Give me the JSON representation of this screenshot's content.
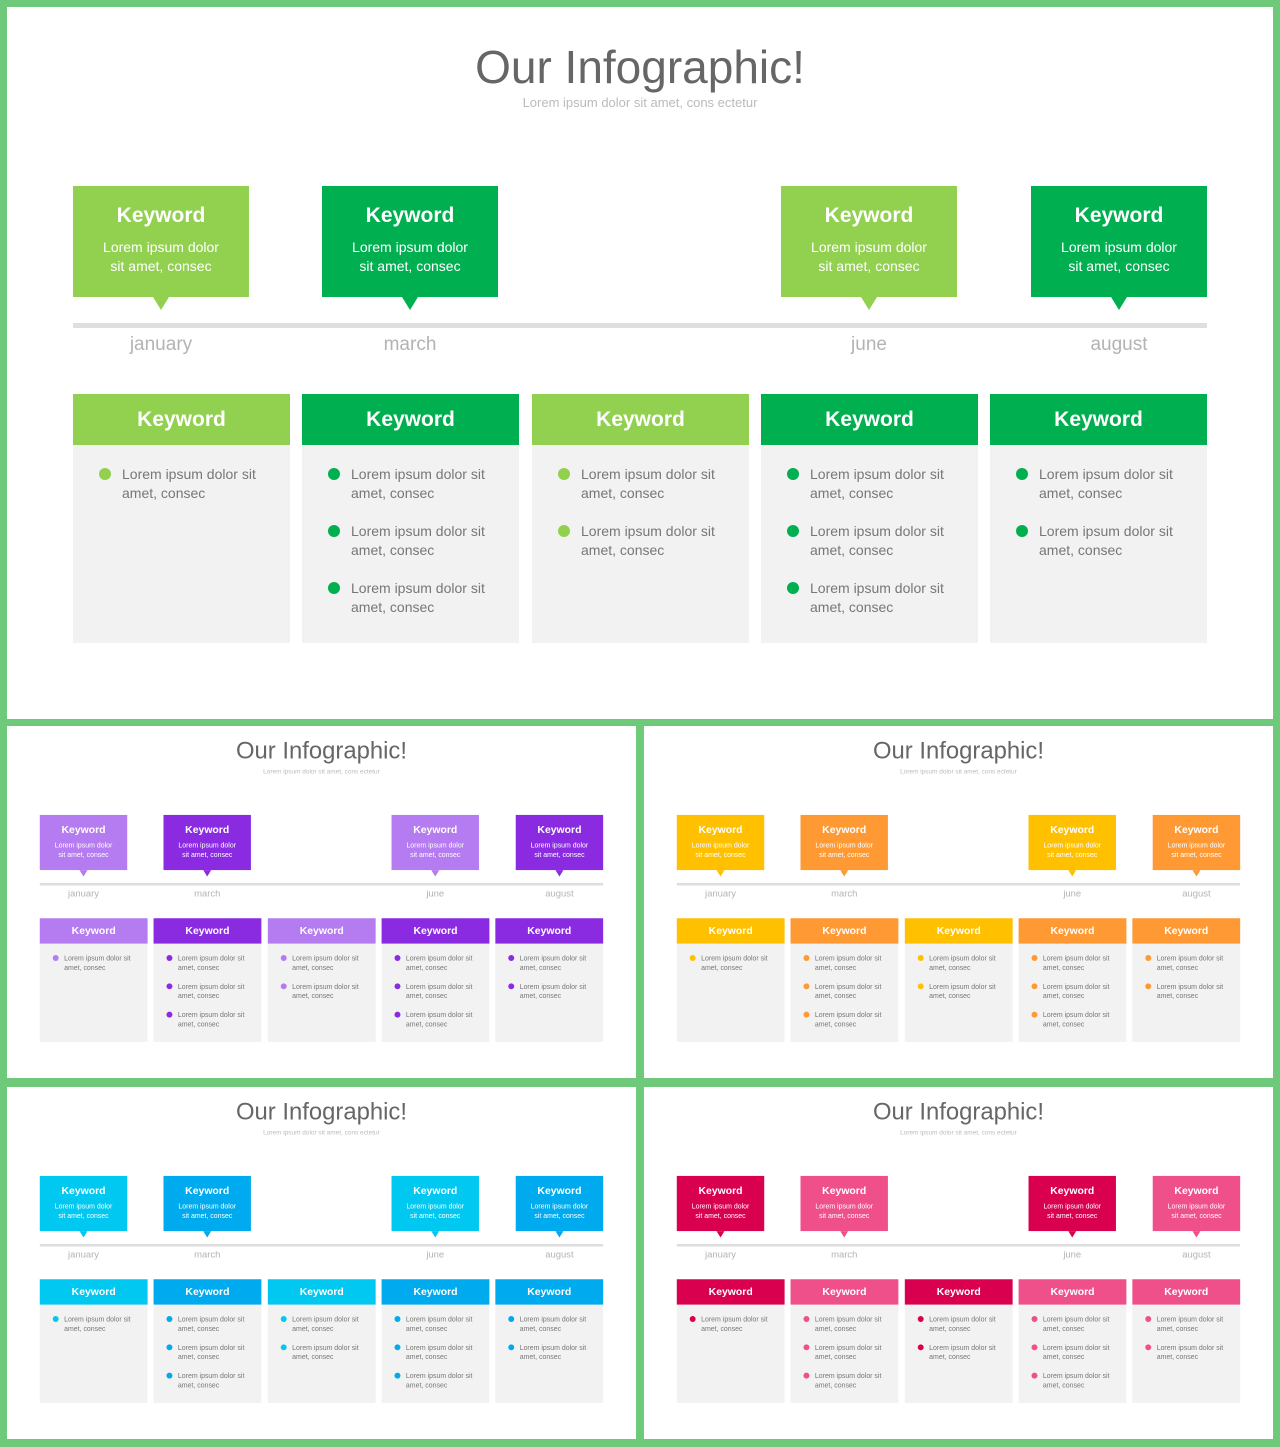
{
  "title": "Our Infographic!",
  "subtitle": "Lorem ipsum dolor sit amet, cons ectetur",
  "months": [
    "january",
    "march",
    "june",
    "august"
  ],
  "callouts": [
    {
      "keyword": "Keyword",
      "text": "Lorem ipsum dolor sit amet, consec"
    },
    {
      "keyword": "Keyword",
      "text": "Lorem ipsum dolor sit amet, consec"
    },
    {
      "keyword": "Keyword",
      "text": "Lorem ipsum dolor sit amet, consec"
    },
    {
      "keyword": "Keyword",
      "text": "Lorem ipsum dolor sit amet, consec"
    }
  ],
  "cards": [
    {
      "keyword": "Keyword",
      "items": [
        "Lorem ipsum dolor sit amet, consec"
      ]
    },
    {
      "keyword": "Keyword",
      "items": [
        "Lorem ipsum dolor sit amet, consec",
        "Lorem ipsum dolor sit amet, consec",
        "Lorem ipsum dolor sit amet, consec"
      ]
    },
    {
      "keyword": "Keyword",
      "items": [
        "Lorem ipsum dolor sit amet, consec",
        "Lorem ipsum dolor sit amet, consec"
      ]
    },
    {
      "keyword": "Keyword",
      "items": [
        "Lorem ipsum dolor sit amet, consec",
        "Lorem ipsum dolor sit amet, consec",
        "Lorem ipsum dolor sit amet, consec"
      ]
    },
    {
      "keyword": "Keyword",
      "items": [
        "Lorem ipsum dolor sit amet, consec",
        "Lorem ipsum dolor sit amet, consec"
      ]
    }
  ],
  "themes": [
    {
      "id": "main",
      "name": "green",
      "light": "#92d050",
      "dark": "#00b050"
    },
    {
      "id": "s-purple",
      "name": "purple",
      "light": "#b57bf0",
      "dark": "#8a2be2"
    },
    {
      "id": "s-orange",
      "name": "orange",
      "light": "#ffc000",
      "dark": "#ff9933"
    },
    {
      "id": "s-blue",
      "name": "blue",
      "light": "#00c8f0",
      "dark": "#00aaee"
    },
    {
      "id": "s-pink",
      "name": "pink",
      "light": "#d9004f",
      "dark": "#f0508a"
    }
  ],
  "callout_shades": {
    "green": [
      "light",
      "dark",
      "light",
      "dark"
    ],
    "purple": [
      "light",
      "dark",
      "light",
      "dark"
    ],
    "orange": [
      "light",
      "dark",
      "light",
      "dark"
    ],
    "blue": [
      "light",
      "dark",
      "light",
      "dark"
    ],
    "pink": [
      "light",
      "dark",
      "light",
      "dark"
    ]
  },
  "card_shades": [
    "light",
    "dark",
    "light",
    "dark",
    "dark"
  ],
  "dot_shades": [
    "light",
    "dark",
    "light",
    "dark",
    "dark"
  ]
}
